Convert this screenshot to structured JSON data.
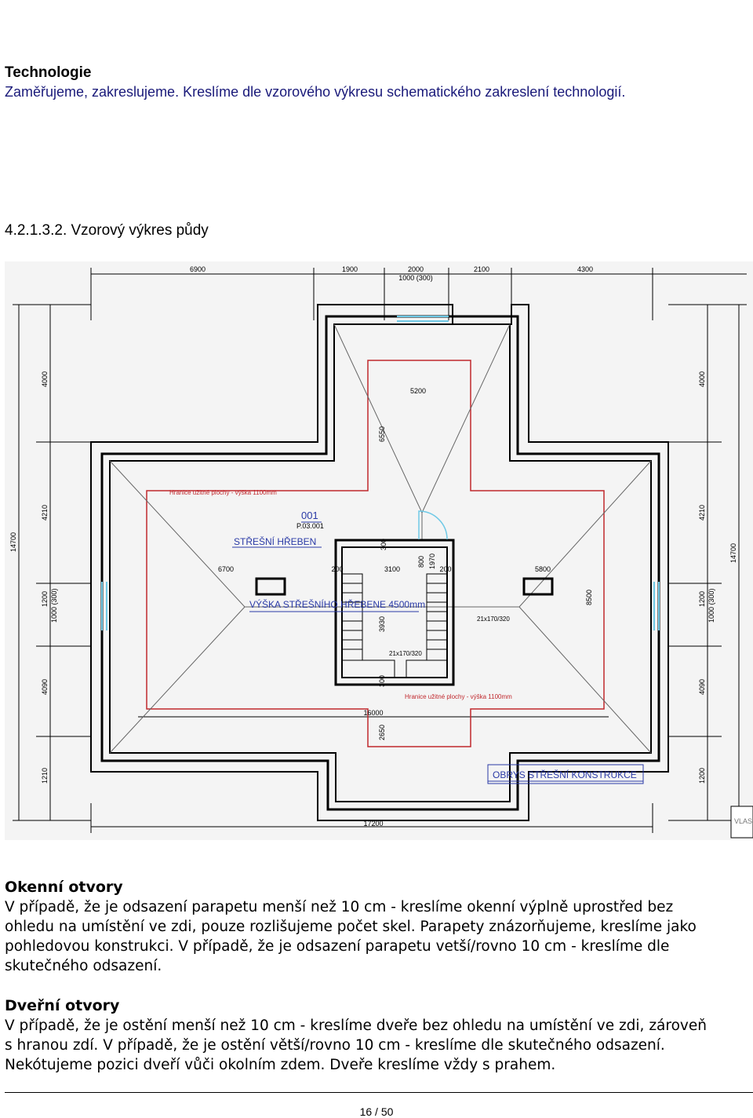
{
  "technology": {
    "heading": "Technologie",
    "text": "Zaměřujeme, zakreslujeme. Kreslíme dle vzorového výkresu schematického zakreslení technologií."
  },
  "section": {
    "title": "4.2.1.3.2. Vzorový výkres půdy"
  },
  "drawing": {
    "dims_top": [
      "6900",
      "1900",
      "2000",
      "1000 (300)",
      "2100",
      "4300"
    ],
    "dims_left": [
      "14700",
      "4000",
      "4210",
      "1200",
      "1000 (300)",
      "4090",
      "1210"
    ],
    "dims_right": [
      "14700",
      "4000",
      "4210",
      "1200",
      "1000 (300)",
      "4090",
      "1200"
    ],
    "dims_bottom": [
      "17200",
      "16000"
    ],
    "dims_inner": [
      "5200",
      "6550",
      "6700",
      "200",
      "3100",
      "200",
      "5800",
      "300",
      "800",
      "1970",
      "3930",
      "300",
      "8500",
      "2650"
    ],
    "room_number": "001",
    "room_code": "P.03.001",
    "ridge_label": "STŘEŠNÍ HŘEBEN",
    "ridge_height_label": "VÝŠKA STŘEŠNÍHO HŘEBENE 4500mm",
    "usable_area_label_top": "Hranice užitné plochy - výška 1100mm",
    "usable_area_label_bottom": "Hranice užitné plochy - výška 1100mm",
    "stair_label_1": "21x170/320",
    "stair_label_2": "21x170/320",
    "roof_outline_label": "OBRYS STŘEŠNÍ KONSTRUKCE",
    "stamp_fragment": "VLAS"
  },
  "windows": {
    "heading": "Okenní otvory",
    "lines": [
      "V případě, že je odsazení parapetu menší než 10 cm  -  kreslíme okenní výplně uprostřed bez",
      "ohledu na umístění ve zdi, pouze rozlišujeme počet skel. Parapety znázorňujeme, kreslíme jako",
      "pohledovou konstrukci. V případě, že je odsazení parapetu vetší/rovno 10 cm  -  kreslíme dle",
      "skutečného odsazení."
    ]
  },
  "doors": {
    "heading": "Dveřní otvory",
    "lines": [
      "V případě, že je ostění menší než 10 cm  -  kreslíme dveře bez ohledu na umístění ve zdi, zároveň",
      "s hranou zdí. V případě, že je ostění větší/rovno 10 cm  -  kreslíme dle skutečného odsazení.",
      "Nekótujeme pozici dveří vůči okolním zdem. Dveře kreslíme vždy s prahem."
    ]
  },
  "footer": {
    "page": "16 / 50"
  },
  "colors": {
    "drawing_bg": "#f4f4f4",
    "wall": "#000000",
    "usable_boundary": "#c0282d",
    "label_blue": "#2a3aa6",
    "window": "#6fc9e6"
  }
}
